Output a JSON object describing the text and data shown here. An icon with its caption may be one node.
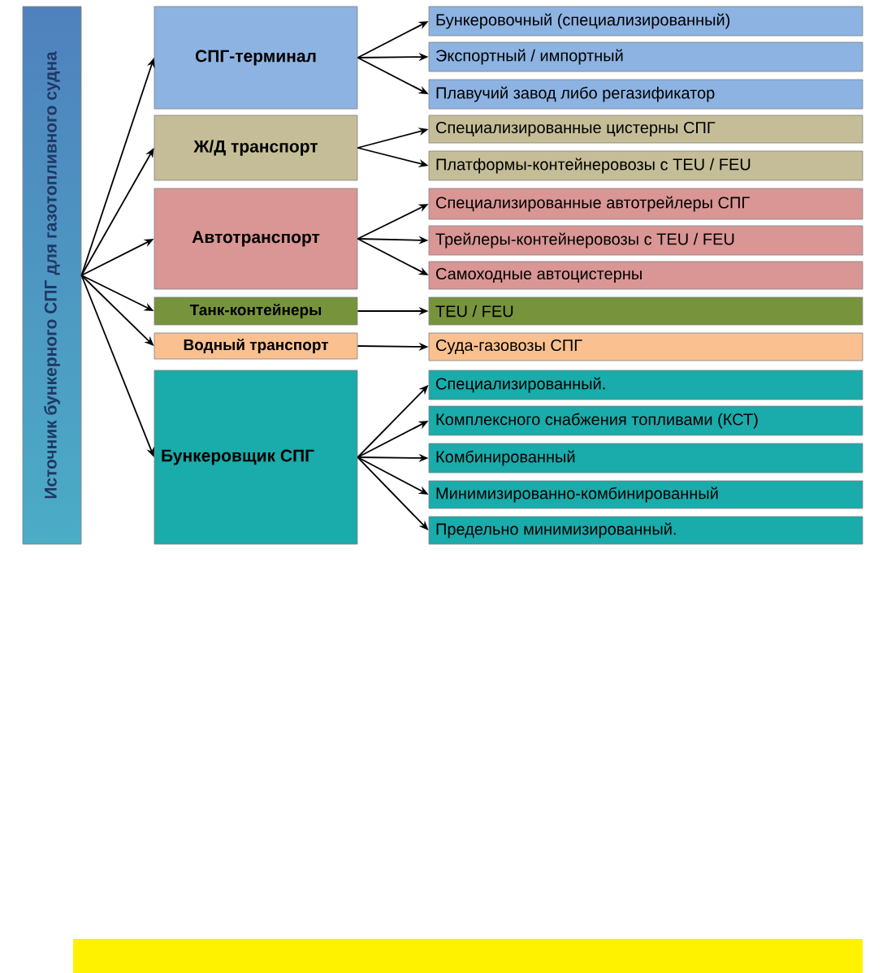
{
  "diagram": {
    "nodes": [
      {
        "text": [
          "Источник бункерного СПГ для газотопливного судна"
        ]
      },
      {
        "text": [
          "СПГ-терминал"
        ]
      },
      {
        "text": [
          "Ж/Д транспорт"
        ]
      },
      {
        "text": [
          "Автотранспорт"
        ]
      },
      {
        "text": [
          "Танк-контейнеры"
        ]
      },
      {
        "text": [
          "Водный транспорт"
        ]
      },
      {
        "text": [
          "Бункеровщик СПГ"
        ]
      },
      {
        "text": [
          "Бункеровочный (специализированный)"
        ]
      },
      {
        "text": [
          "Экспортный / импортный"
        ]
      },
      {
        "text": [
          "Плавучий завод либо регазификатор"
        ]
      },
      {
        "text": [
          "Специализированные цистерны СПГ"
        ]
      },
      {
        "text": [
          "Платформы-контейнеровозы с TEU / FEU"
        ]
      },
      {
        "text": [
          "Специализированные автотрейлеры СПГ"
        ]
      },
      {
        "text": [
          "Трейлеры-контейнеровозы с TEU / FEU"
        ]
      },
      {
        "text": [
          "Самоходные автоцистерны"
        ]
      },
      {
        "text": [
          "TEU / FEU"
        ]
      },
      {
        "text": [
          "Суда-газовозы СПГ"
        ]
      },
      {
        "text": [
          "Специализированный."
        ]
      },
      {
        "text": [
          "Комплексного снабжения топливами (КСТ)"
        ]
      },
      {
        "text": [
          "Комбинированный"
        ]
      },
      {
        "text": [
          "Минимизированно-комбинированный"
        ]
      },
      {
        "text": [
          "Предельно минимизированный."
        ]
      }
    ],
    "edges": [
      {
        "from": 0,
        "to": 1,
        "arrow": "to"
      },
      {
        "from": 0,
        "to": 2,
        "arrow": "to"
      },
      {
        "from": 0,
        "to": 3,
        "arrow": "to"
      },
      {
        "from": 0,
        "to": 4,
        "arrow": "to"
      },
      {
        "from": 0,
        "to": 5,
        "arrow": "to"
      },
      {
        "from": 0,
        "to": 6,
        "arrow": "to"
      },
      {
        "from": 1,
        "to": 7,
        "arrow": "to"
      },
      {
        "from": 1,
        "to": 8,
        "arrow": "to"
      },
      {
        "from": 1,
        "to": 9,
        "arrow": "to"
      },
      {
        "from": 2,
        "to": 10,
        "arrow": "to"
      },
      {
        "from": 2,
        "to": 11,
        "arrow": "to"
      },
      {
        "from": 3,
        "to": 12,
        "arrow": "to"
      },
      {
        "from": 3,
        "to": 13,
        "arrow": "to"
      },
      {
        "from": 3,
        "to": 14,
        "arrow": "to"
      },
      {
        "from": 4,
        "to": 15,
        "arrow": "to"
      },
      {
        "from": 5,
        "to": 16,
        "arrow": "to"
      },
      {
        "from": 6,
        "to": 17,
        "arrow": "to"
      },
      {
        "from": 6,
        "to": 18,
        "arrow": "to"
      },
      {
        "from": 6,
        "to": 19,
        "arrow": "to"
      },
      {
        "from": 6,
        "to": 20,
        "arrow": "to"
      },
      {
        "from": 6,
        "to": 21,
        "arrow": "to"
      }
    ]
  }
}
